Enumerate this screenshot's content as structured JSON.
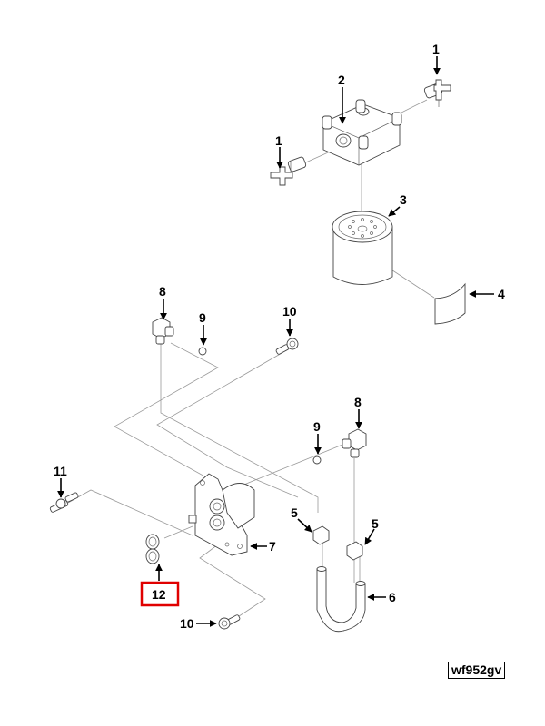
{
  "figure": {
    "id_label": "wf952gv",
    "highlight_color": "#e00000",
    "highlighted_callout": "12"
  },
  "callouts": {
    "c1a": "1",
    "c1b": "1",
    "c2": "2",
    "c3": "3",
    "c4": "4",
    "c5a": "5",
    "c5b": "5",
    "c6": "6",
    "c7": "7",
    "c8a": "8",
    "c8b": "8",
    "c9a": "9",
    "c9b": "9",
    "c10a": "10",
    "c10b": "10",
    "c11": "11",
    "c12": "12"
  }
}
